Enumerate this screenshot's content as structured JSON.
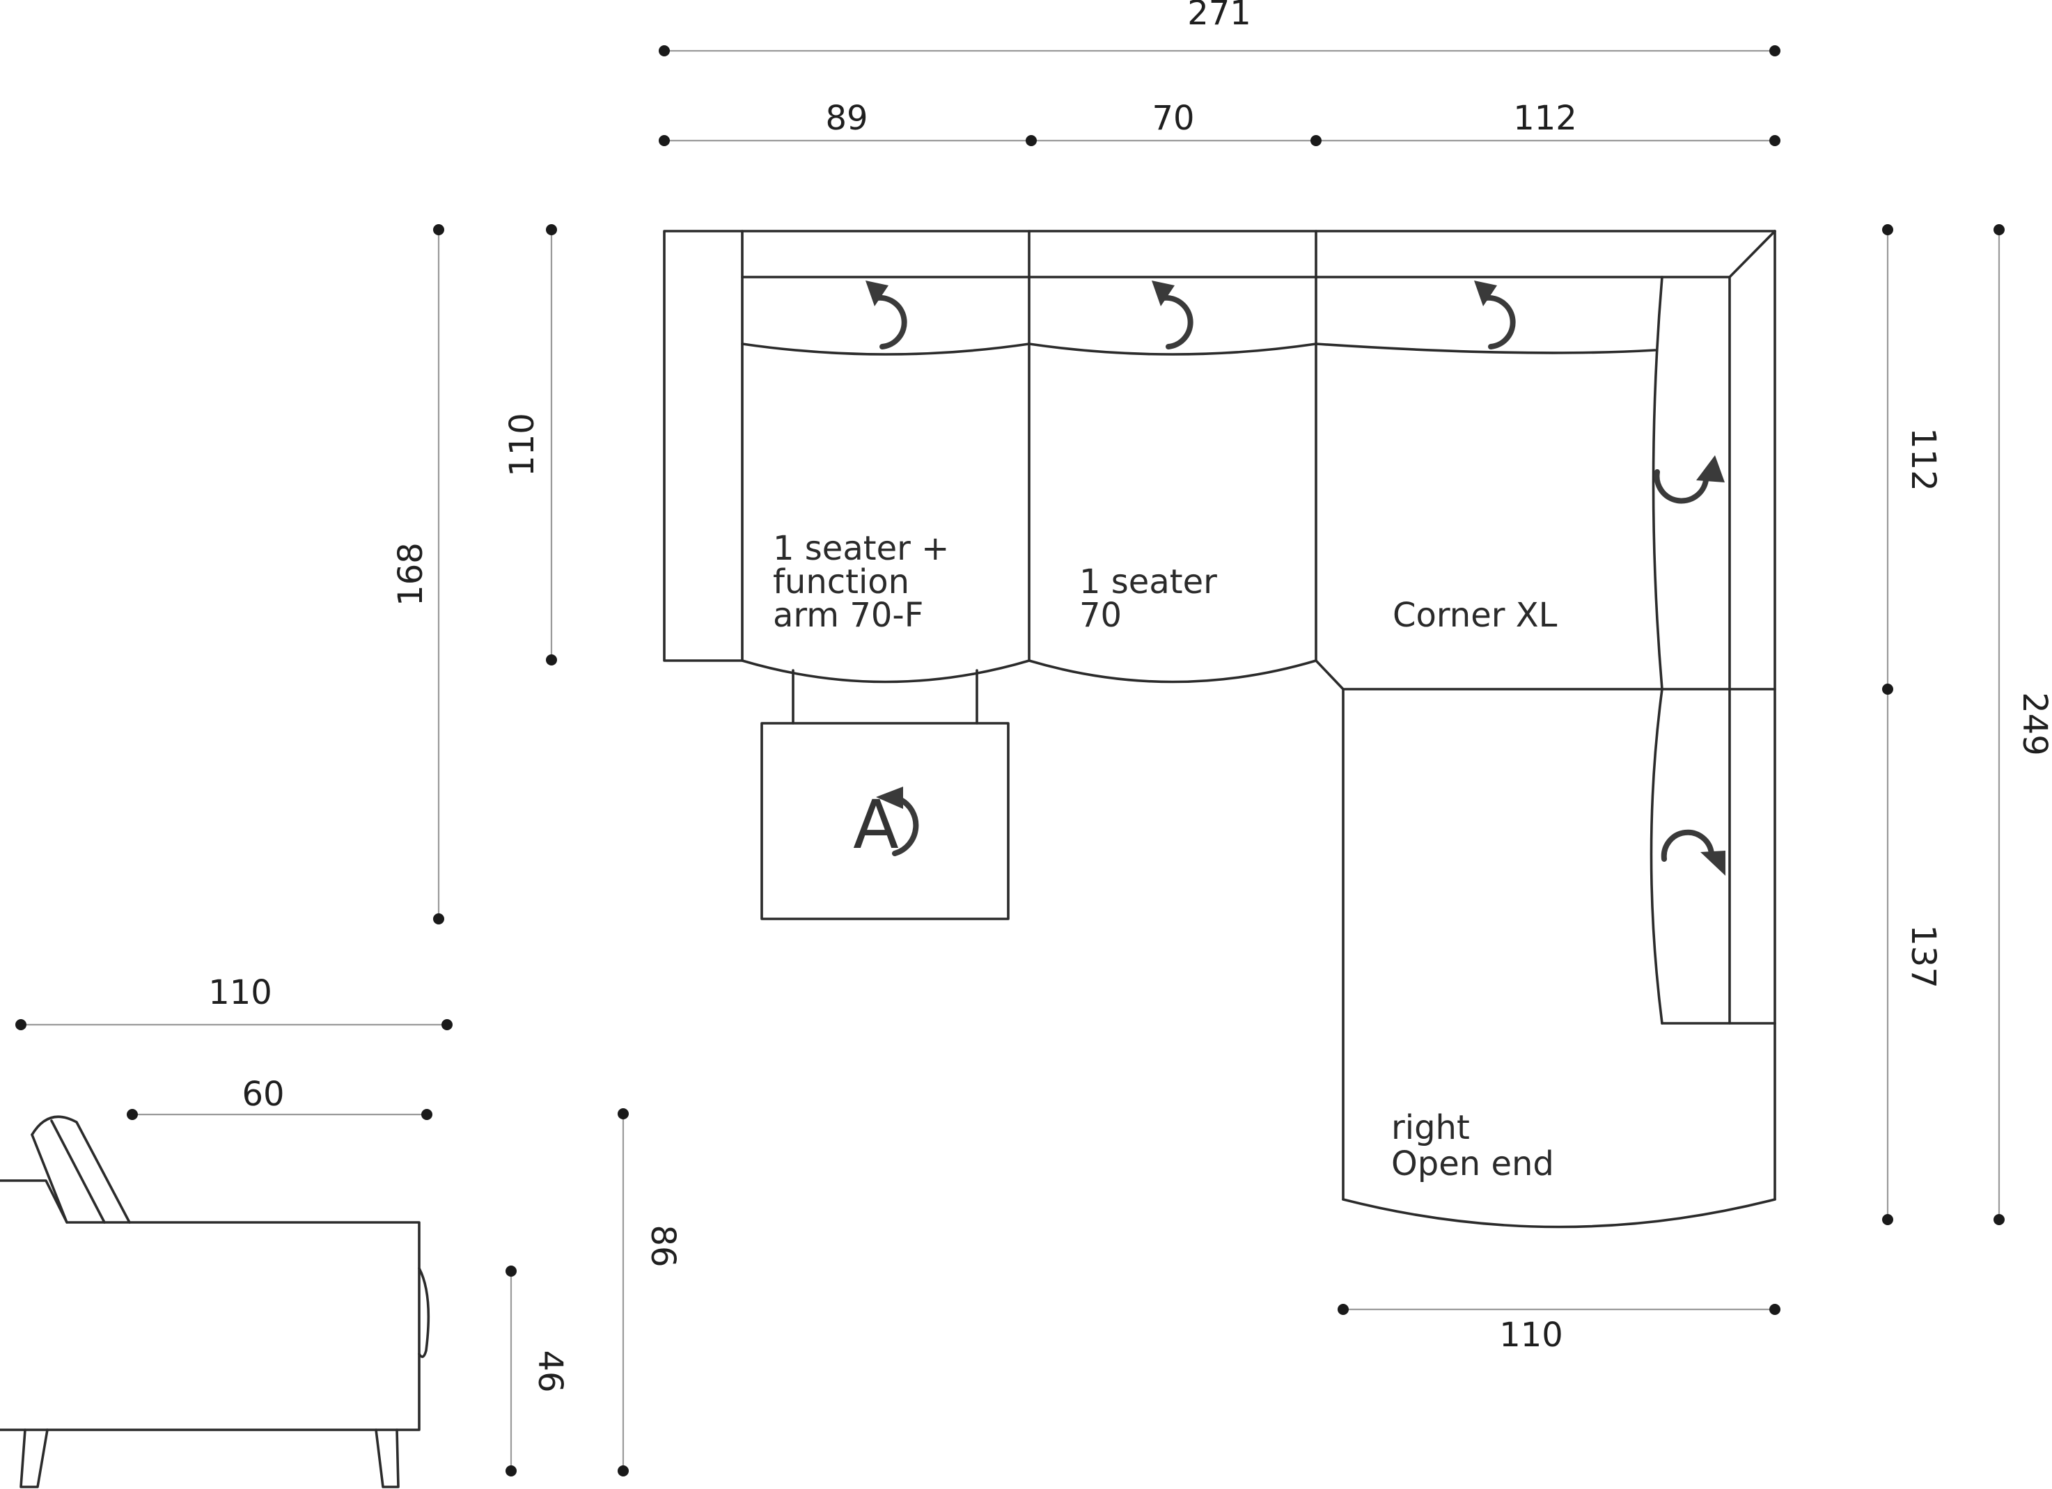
{
  "dimensions": {
    "total_width": "271",
    "seg_1": "89",
    "seg_2": "70",
    "seg_3": "112",
    "depth_total": "168",
    "depth_back": "110",
    "right_upper": "112",
    "right_lower": "137",
    "right_total": "249",
    "open_end_width": "110",
    "side_depth": "110",
    "side_seat_depth": "60",
    "side_height": "86",
    "side_seat_height": "46"
  },
  "modules": {
    "module_1": {
      "line1": "1 seater +",
      "line2": "function",
      "line3": "arm 70-F"
    },
    "module_2": {
      "line1": "1 seater",
      "line2": "70"
    },
    "module_3": {
      "line1": "Corner XL"
    },
    "module_4": {
      "line1": "right",
      "line2": "Open end"
    }
  },
  "footstool": {
    "glyph": "A"
  }
}
